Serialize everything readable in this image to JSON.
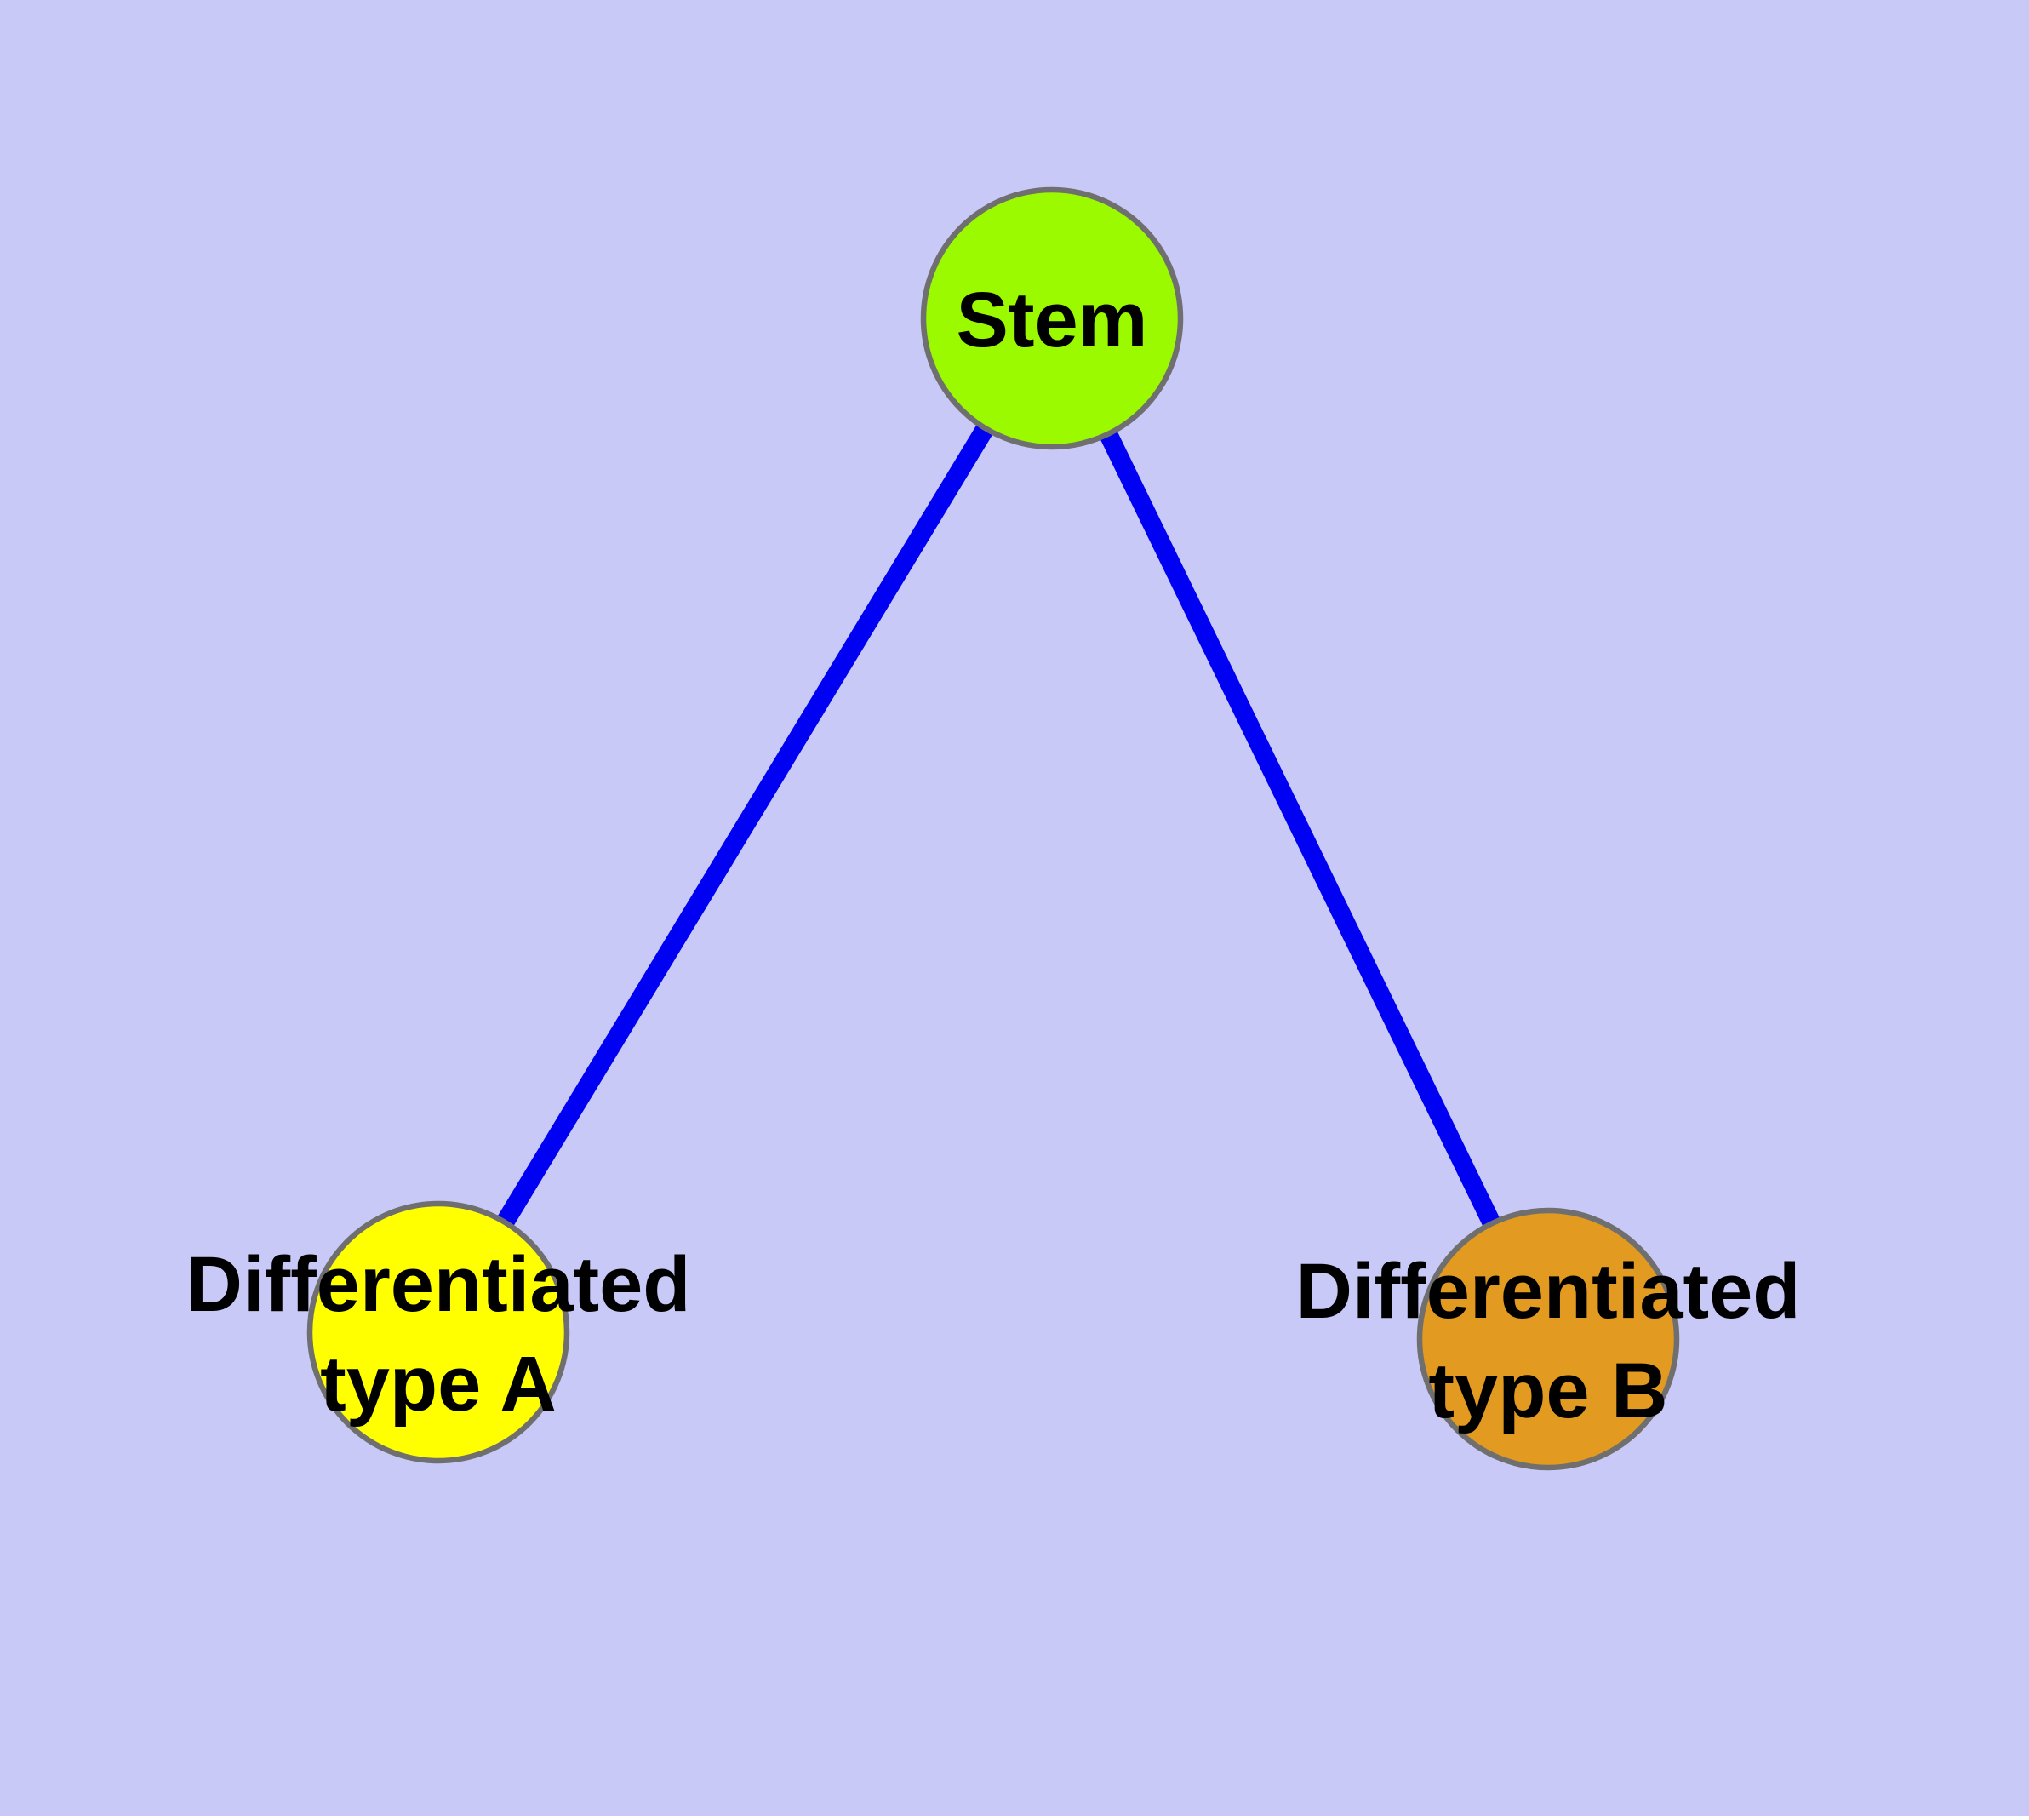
{
  "diagram": {
    "type": "node-link-graph",
    "background_color": "#C9C9F7",
    "bottom_strip_color": "#FFFFFF",
    "edge_color": "#0000F2",
    "node_border_color": "#6F6F6F",
    "label_color": "#000000",
    "nodes": [
      {
        "id": "stem",
        "label": "Stem",
        "label_lines": [
          "Stem"
        ],
        "fill": "#9BFA00"
      },
      {
        "id": "type-a",
        "label": "Differentiated type A",
        "label_lines": [
          "Differentiated",
          "type A"
        ],
        "fill": "#FFFF00"
      },
      {
        "id": "type-b",
        "label": "Differentiated type B",
        "label_lines": [
          "Differentiated",
          "type B"
        ],
        "fill": "#E29A20"
      }
    ],
    "edges": [
      {
        "from": "stem",
        "to": "type-a"
      },
      {
        "from": "stem",
        "to": "type-b"
      }
    ]
  }
}
